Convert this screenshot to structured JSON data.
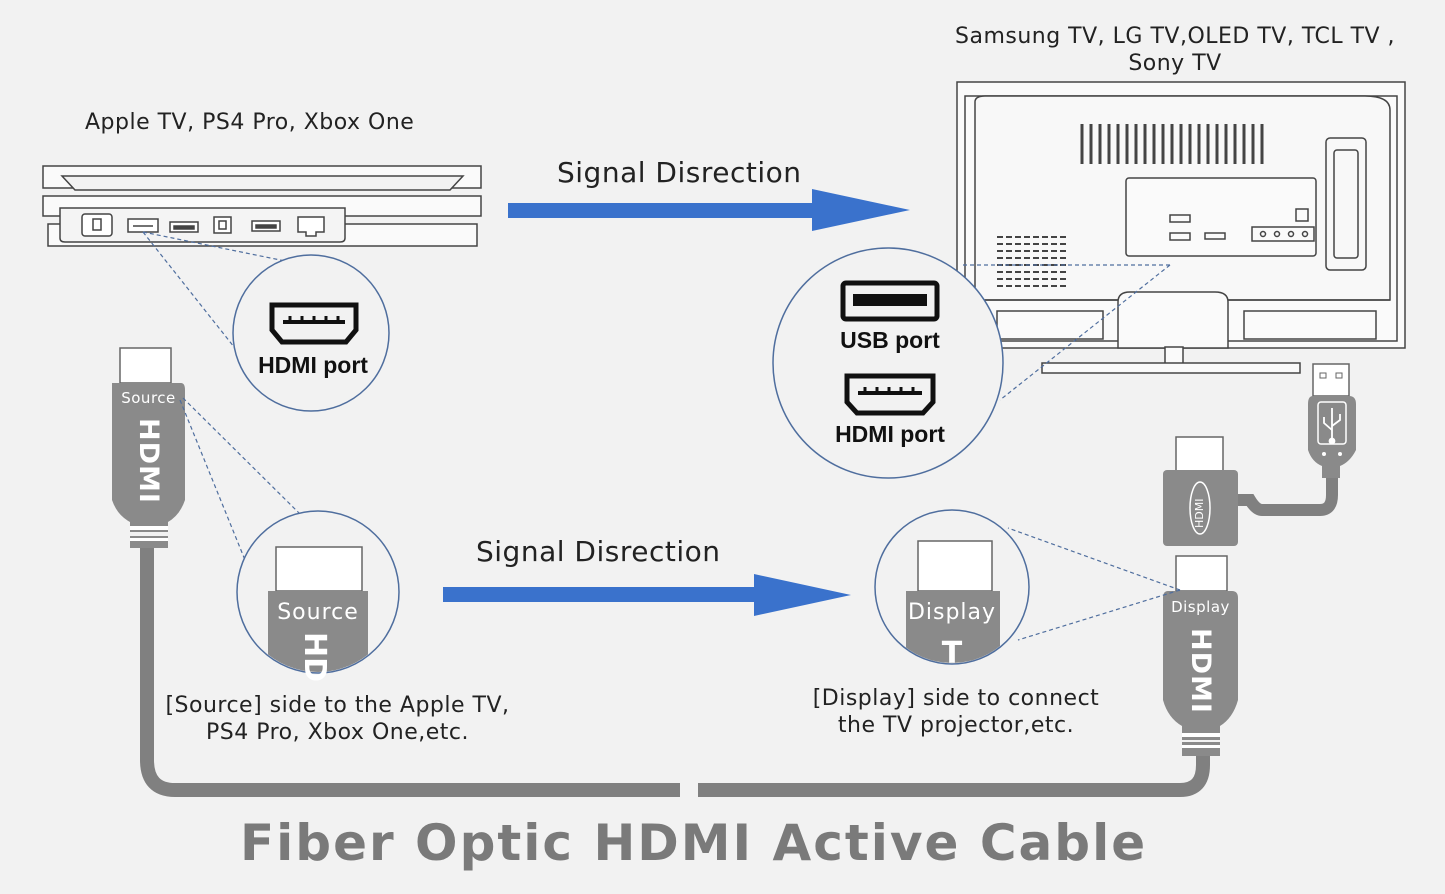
{
  "labels": {
    "source_devices": "Apple TV, PS4 Pro, Xbox One",
    "display_devices_line1": "Samsung TV, LG TV,OLED TV, TCL TV ,",
    "display_devices_line2": "Sony TV",
    "signal_direction_top": "Signal Disrection",
    "signal_direction_bottom": "Signal Disrection",
    "hdmi_port_source": "HDMI port",
    "usb_port_tv": "USB port",
    "hdmi_port_tv": "HDMI port",
    "source_zoom_text": "Source",
    "source_zoom_hdmi": "HD",
    "display_zoom_text": "Display",
    "display_zoom_hdmi": "T",
    "connector_source_text": "Source",
    "connector_source_hdmi": "HDMI",
    "connector_display_text": "Display",
    "connector_display_hdmi": "HDMI",
    "adapter_hdmi": "HDMI",
    "source_note_line1": "[Source] side to the Apple TV,",
    "source_note_line2": "PS4 Pro, Xbox One,etc.",
    "display_note_line1": "[Display] side to connect",
    "display_note_line2": "the TV projector,etc.",
    "main_title": "Fiber Optic HDMI Active Cable"
  },
  "colors": {
    "arrow": "#3a72cc",
    "cable": "#808080",
    "circle_stroke": "#4f6e9e",
    "outline": "#333333",
    "title": "#7a7a7a"
  },
  "icons": [
    "power-port-icon",
    "hdmi-port-icon",
    "usb-port-icon",
    "optical-port-icon",
    "ethernet-port-icon",
    "usb-symbol-icon"
  ]
}
